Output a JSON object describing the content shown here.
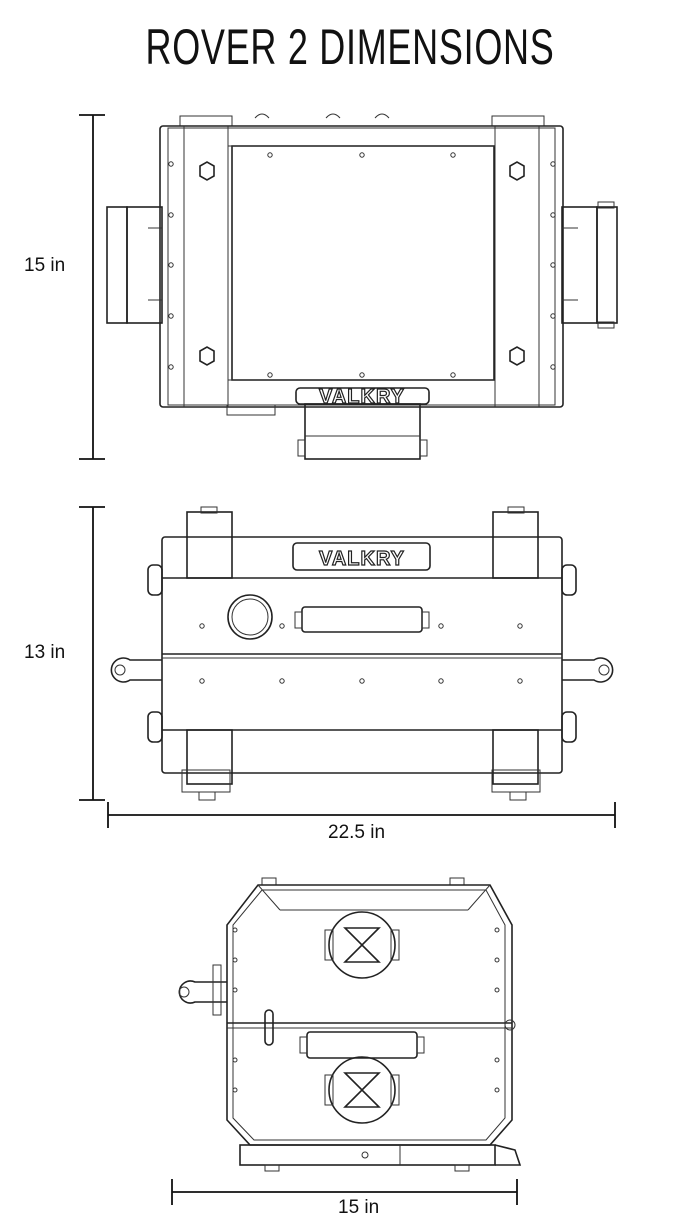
{
  "title": "ROVER 2 DIMENSIONS",
  "views": {
    "top": {
      "height_label": "15 in",
      "logo": "VALKRY"
    },
    "front": {
      "height_label": "13 in",
      "width_label": "22.5 in",
      "logo": "VALKRY"
    },
    "side": {
      "width_label": "15 in"
    }
  }
}
